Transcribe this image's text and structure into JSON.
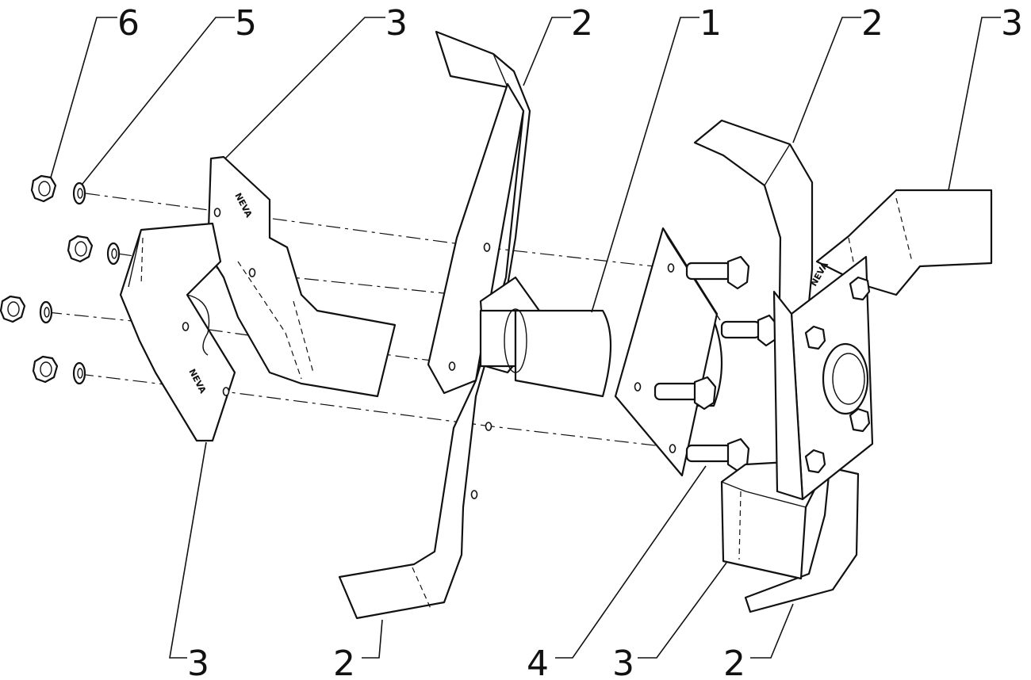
{
  "callouts": {
    "c6": "6",
    "c5": "5",
    "c3_top_left": "3",
    "c2_top_center": "2",
    "c1": "1",
    "c2_top_right": "2",
    "c3_top_right": "3",
    "c3_bottom_left": "3",
    "c2_bottom_center": "2",
    "c4": "4",
    "c3_bottom_right": "3",
    "c2_bottom_right": "2"
  }
}
